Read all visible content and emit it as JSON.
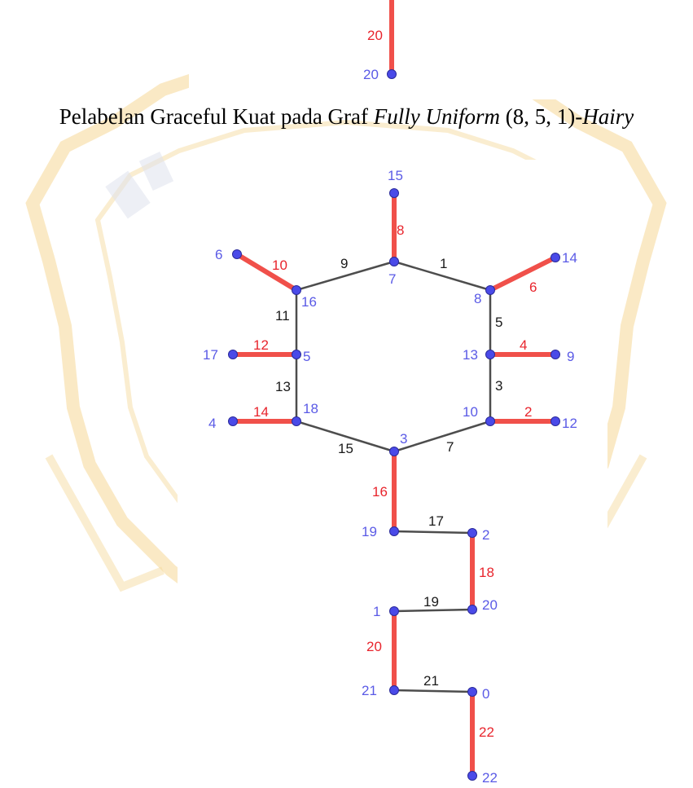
{
  "caption": {
    "prefix": "Pelabelan Graceful Kuat pada Graf ",
    "italic1": "Fully Uniform",
    "params": " (8, 5, 1)-",
    "italic2": "Hairy"
  },
  "colors": {
    "vertex_fill": "#4a4ae8",
    "vertex_label": "#5a5ae6",
    "pendant_edge": "#f0504a",
    "cycle_edge": "#4d4d4d",
    "pendant_edge_label": "#e8242c",
    "cycle_edge_label": "#1a1a1a",
    "watermark": "#f3c978"
  },
  "top_fragment": {
    "edge_label": "20",
    "vertex_label": "20"
  },
  "graph": {
    "vertices": [
      {
        "id": "v15",
        "label": "15"
      },
      {
        "id": "v7",
        "label": "7"
      },
      {
        "id": "v6",
        "label": "6"
      },
      {
        "id": "v16",
        "label": "16"
      },
      {
        "id": "v8",
        "label": "8"
      },
      {
        "id": "v14",
        "label": "14"
      },
      {
        "id": "v17",
        "label": "17"
      },
      {
        "id": "v5",
        "label": "5"
      },
      {
        "id": "v13",
        "label": "13"
      },
      {
        "id": "v9",
        "label": "9"
      },
      {
        "id": "v4",
        "label": "4"
      },
      {
        "id": "v18",
        "label": "18"
      },
      {
        "id": "v10",
        "label": "10"
      },
      {
        "id": "v12",
        "label": "12"
      },
      {
        "id": "v3",
        "label": "3"
      },
      {
        "id": "v19",
        "label": "19"
      },
      {
        "id": "v2",
        "label": "2"
      },
      {
        "id": "v1",
        "label": "1"
      },
      {
        "id": "v20",
        "label": "20"
      },
      {
        "id": "v21",
        "label": "21"
      },
      {
        "id": "v0",
        "label": "0"
      },
      {
        "id": "v22",
        "label": "22"
      }
    ],
    "edges": [
      {
        "from": "v7",
        "to": "v15",
        "label": "8",
        "kind": "pendant"
      },
      {
        "from": "v7",
        "to": "v8",
        "label": "1",
        "kind": "cycle"
      },
      {
        "from": "v16",
        "to": "v7",
        "label": "9",
        "kind": "cycle"
      },
      {
        "from": "v16",
        "to": "v6",
        "label": "10",
        "kind": "pendant"
      },
      {
        "from": "v8",
        "to": "v14",
        "label": "6",
        "kind": "pendant"
      },
      {
        "from": "v8",
        "to": "v13",
        "label": "5",
        "kind": "cycle"
      },
      {
        "from": "v16",
        "to": "v5",
        "label": "11",
        "kind": "cycle"
      },
      {
        "from": "v5",
        "to": "v17",
        "label": "12",
        "kind": "pendant"
      },
      {
        "from": "v13",
        "to": "v9",
        "label": "4",
        "kind": "pendant"
      },
      {
        "from": "v13",
        "to": "v10",
        "label": "3",
        "kind": "cycle"
      },
      {
        "from": "v5",
        "to": "v18",
        "label": "13",
        "kind": "cycle"
      },
      {
        "from": "v18",
        "to": "v4",
        "label": "14",
        "kind": "pendant"
      },
      {
        "from": "v10",
        "to": "v12",
        "label": "2",
        "kind": "pendant"
      },
      {
        "from": "v18",
        "to": "v3",
        "label": "15",
        "kind": "cycle"
      },
      {
        "from": "v3",
        "to": "v10",
        "label": "7",
        "kind": "cycle"
      },
      {
        "from": "v3",
        "to": "v19",
        "label": "16",
        "kind": "pendant"
      },
      {
        "from": "v19",
        "to": "v2",
        "label": "17",
        "kind": "cycle"
      },
      {
        "from": "v2",
        "to": "v20",
        "label": "18",
        "kind": "pendant"
      },
      {
        "from": "v20",
        "to": "v1",
        "label": "19",
        "kind": "cycle"
      },
      {
        "from": "v1",
        "to": "v21",
        "label": "20",
        "kind": "pendant"
      },
      {
        "from": "v21",
        "to": "v0",
        "label": "21",
        "kind": "cycle"
      },
      {
        "from": "v0",
        "to": "v22",
        "label": "22",
        "kind": "pendant"
      }
    ]
  }
}
